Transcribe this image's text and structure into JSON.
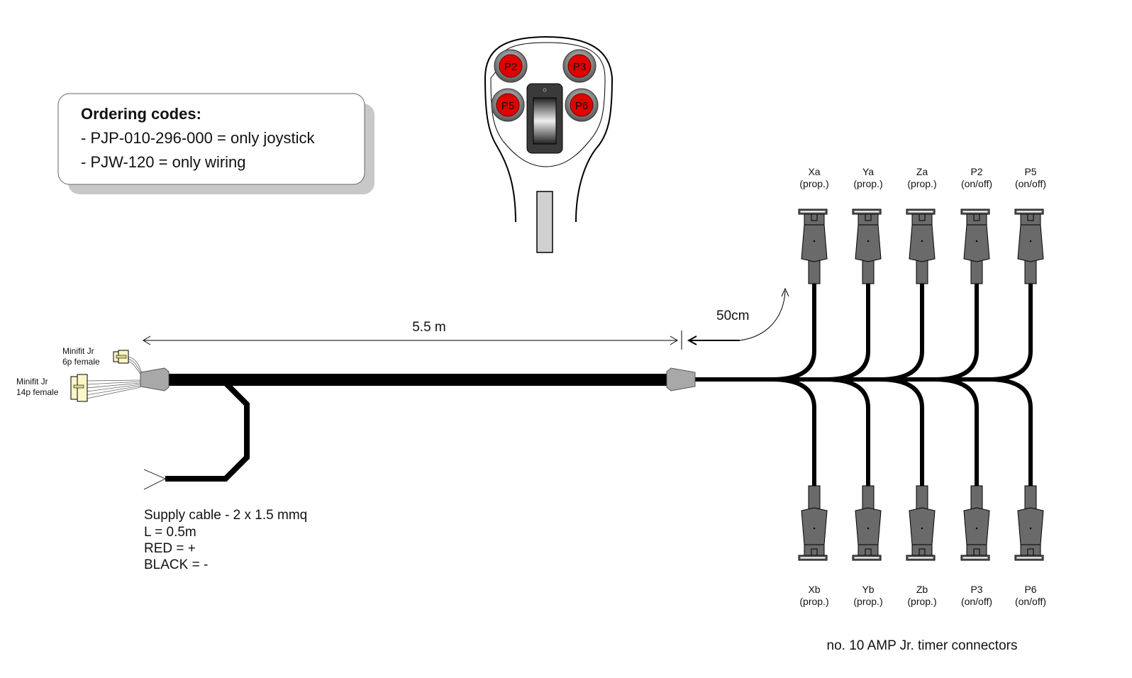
{
  "ordering": {
    "title": "Ordering codes:",
    "lines": [
      "- PJP-010-296-000 = only joystick",
      "- PJW-120 = only wiring"
    ]
  },
  "joystick": {
    "buttons": [
      "P2",
      "P3",
      "P5",
      "P6"
    ],
    "button_color": "#e00000"
  },
  "dimensions": {
    "main_length": "5.5 m",
    "branch_length": "50cm"
  },
  "left_connectors": [
    {
      "line1": "Minifit Jr",
      "line2": "6p female"
    },
    {
      "line1": "Minifit Jr",
      "line2": "14p female"
    }
  ],
  "supply": {
    "lines": [
      "Supply cable - 2 x 1.5 mmq",
      "L = 0.5m",
      "RED = +",
      "BLACK = -"
    ]
  },
  "connectors_top": [
    {
      "name": "Xa",
      "type": "(prop.)"
    },
    {
      "name": "Ya",
      "type": "(prop.)"
    },
    {
      "name": "Za",
      "type": "(prop.)"
    },
    {
      "name": "P2",
      "type": "(on/off)"
    },
    {
      "name": "P5",
      "type": "(on/off)"
    }
  ],
  "connectors_bottom": [
    {
      "name": "Xb",
      "type": "(prop.)"
    },
    {
      "name": "Yb",
      "type": "(prop.)"
    },
    {
      "name": "Zb",
      "type": "(prop.)"
    },
    {
      "name": "P3",
      "type": "(on/off)"
    },
    {
      "name": "P6",
      "type": "(on/off)"
    }
  ],
  "footer": "no. 10 AMP Jr. timer connectors"
}
